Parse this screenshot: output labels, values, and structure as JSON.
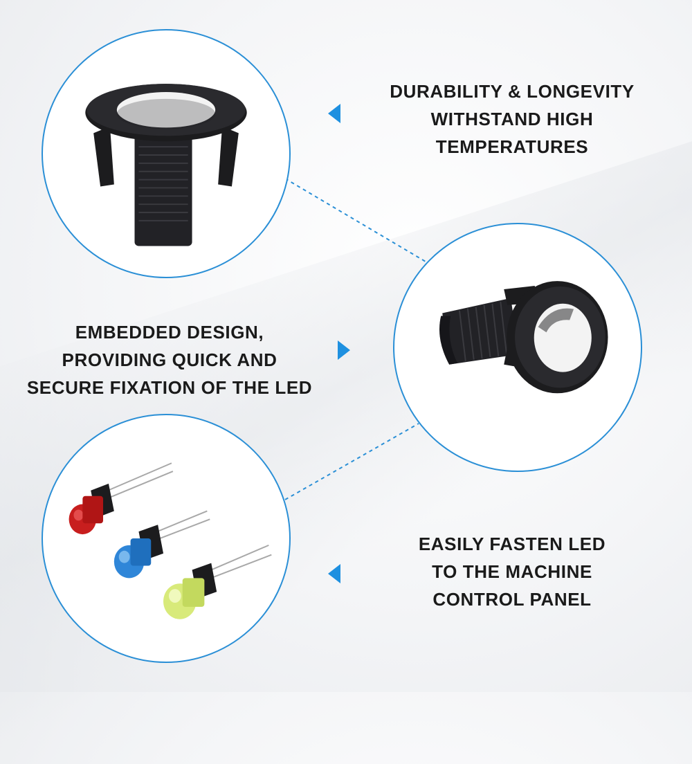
{
  "features": [
    {
      "lines": [
        "DURABILITY & LONGEVITY",
        "WITHSTAND HIGH",
        "TEMPERATURES"
      ]
    },
    {
      "lines": [
        "EMBEDDED DESIGN,",
        "PROVIDING QUICK AND",
        "SECURE FIXATION OF THE LED"
      ]
    },
    {
      "lines": [
        "EASILY FASTEN LED",
        "TO THE MACHINE",
        "CONTROL PANEL"
      ]
    }
  ],
  "colors": {
    "accent": "#1e90e0",
    "circle_border": "#2a8fd6",
    "text": "#1a1a1a",
    "holder": "#1c1c1e"
  },
  "icons": [
    "arrow-left-icon",
    "arrow-right-icon",
    "arrow-left-icon"
  ],
  "led_colors": [
    "red",
    "blue",
    "yellow-green"
  ]
}
